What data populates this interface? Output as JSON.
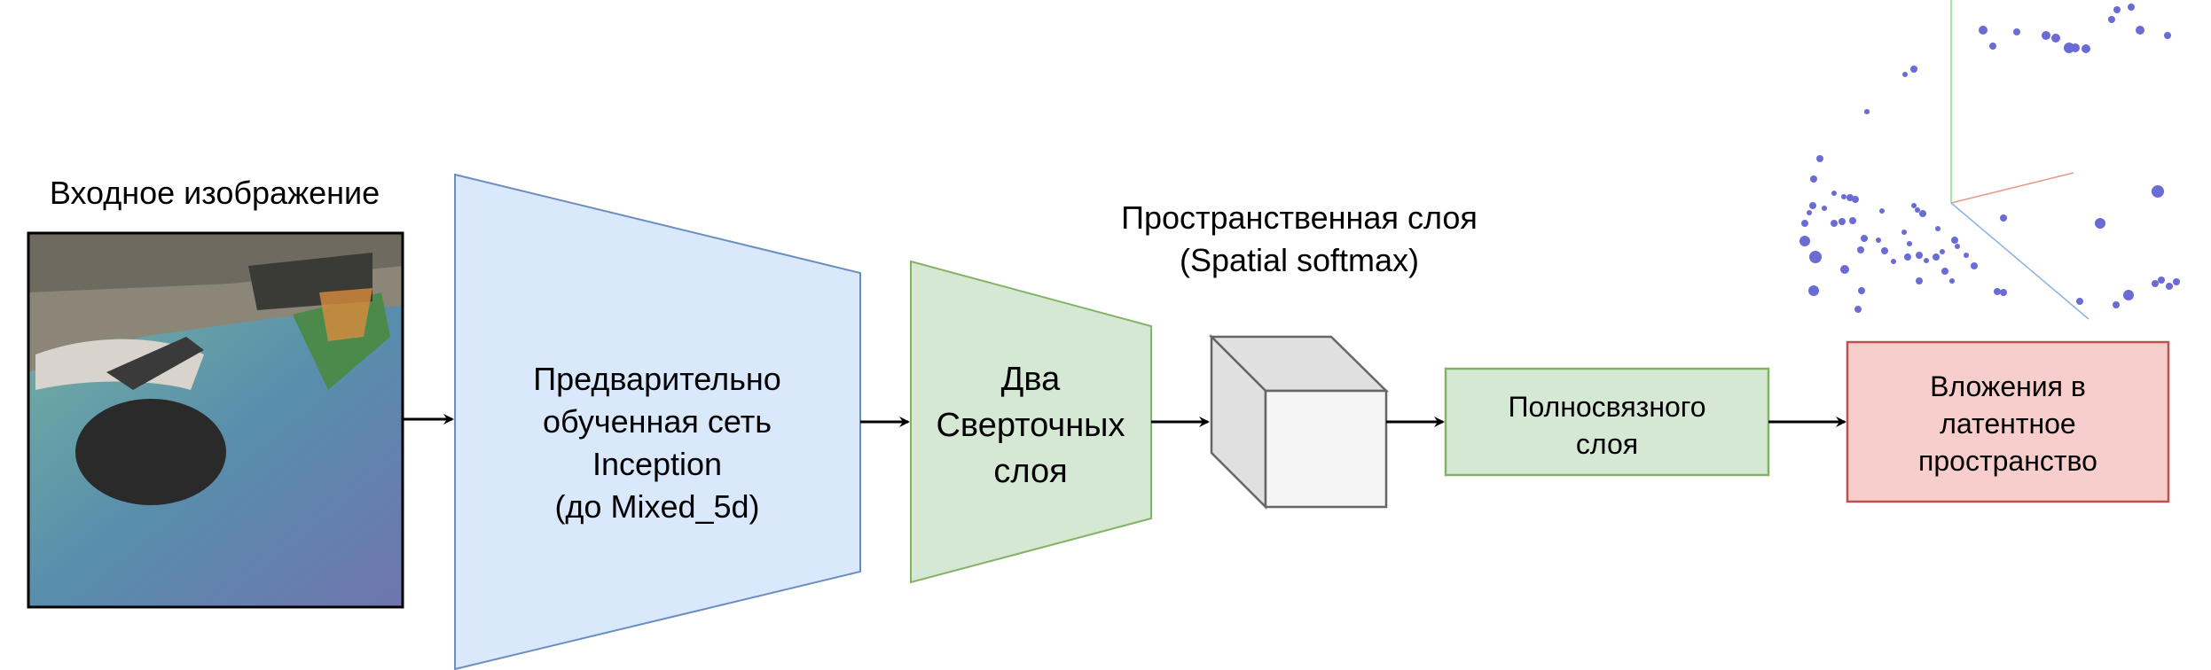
{
  "input_label": "Входное изображение",
  "inception": {
    "lines": [
      "Предварительно",
      "обученная сеть",
      "Inception",
      "(до Mixed_5d)"
    ],
    "fill": "#dae8fc",
    "stroke": "#6c8ebf"
  },
  "conv": {
    "lines": [
      "Два",
      "Сверточных",
      "слоя"
    ],
    "fill": "#d5e8d4",
    "stroke": "#82b366"
  },
  "spatial": {
    "lines": [
      "Пространственная слоя",
      "(Spatial softmax)"
    ],
    "cube_front": "#f5f5f5",
    "cube_side": "#e0e0e0",
    "stroke": "#666666"
  },
  "fc": {
    "lines": [
      "Полносвязного",
      "слоя"
    ],
    "fill": "#d5e8d4",
    "stroke": "#82b366"
  },
  "embedding": {
    "lines": [
      "Вложения в",
      "латентное",
      "пространство"
    ],
    "fill": "#f8cecc",
    "stroke": "#b85450"
  },
  "scatter_color": "#6b6bd6",
  "icons": {
    "input_image": "robot-arm-photo-icon",
    "embedding_plot": "3d-scatter-plot-icon"
  }
}
